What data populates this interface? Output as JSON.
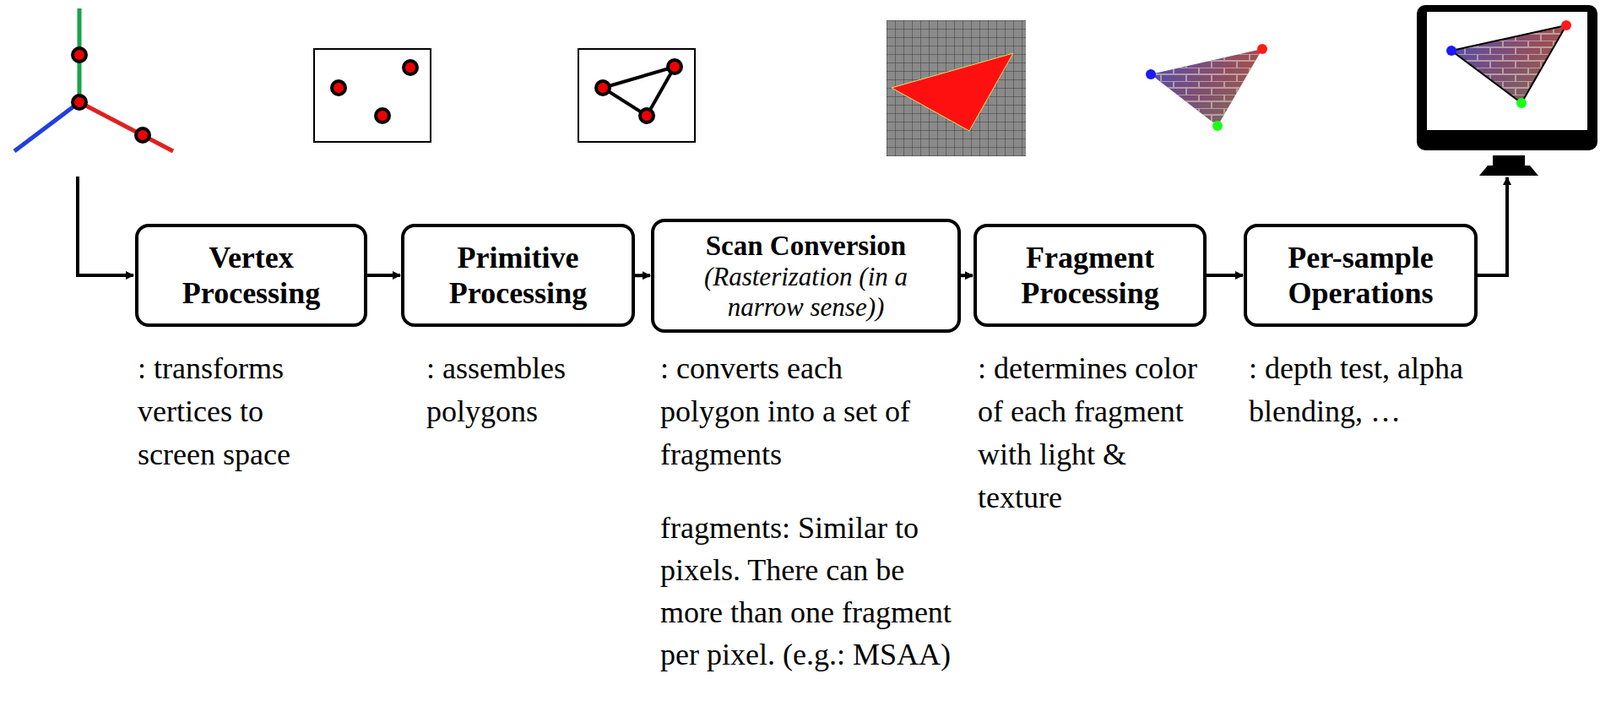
{
  "diagram": {
    "nodes": [
      {
        "text": [
          "Vertex Processing",
          ": transforms vertices to screen space"
        ]
      },
      {
        "text": [
          "Primitive Processing",
          ": assembles polygons"
        ]
      },
      {
        "text": [
          "Scan Conversion",
          "(Rasterization (in a narrow sense))",
          ": converts each polygon into a set of fragments"
        ]
      },
      {
        "text": [
          "Fragment Processing",
          ": determines color of each fragment with light & texture"
        ]
      },
      {
        "text": [
          "Per-sample Operations",
          ": depth test, alpha blending, …"
        ]
      }
    ],
    "edges": [
      {
        "from": 0,
        "to": 1,
        "arrow": "to"
      },
      {
        "from": 1,
        "to": 2,
        "arrow": "to"
      },
      {
        "from": 2,
        "to": 3,
        "arrow": "to"
      },
      {
        "from": 3,
        "to": 4,
        "arrow": "to"
      }
    ],
    "labels": [
      "fragments: Similar to pixels. There can be more than one fragment per pixel. (e.g.: MSAA)"
    ]
  }
}
